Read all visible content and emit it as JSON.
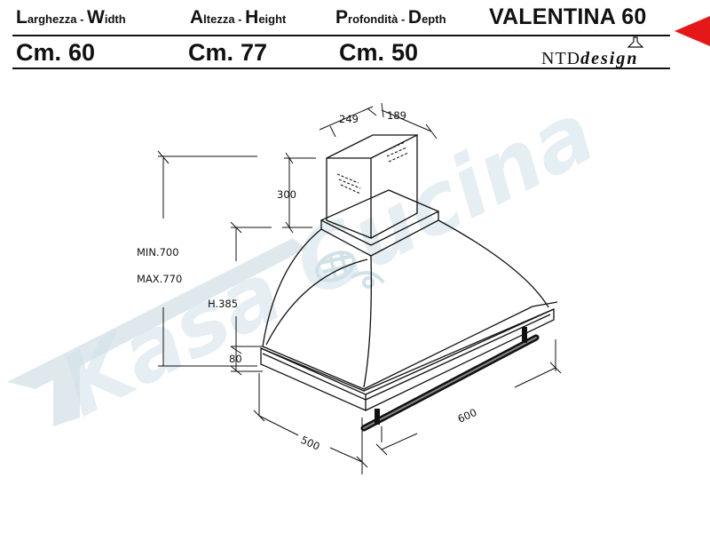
{
  "header": {
    "width": {
      "it_initial": "L",
      "it_rest": "arghezza - ",
      "en_initial": "W",
      "en_rest": "idth"
    },
    "height": {
      "it_initial": "A",
      "it_rest": "ltezza - ",
      "en_initial": "H",
      "en_rest": "eight"
    },
    "depth": {
      "it_initial": "P",
      "it_rest": "rofondità - ",
      "en_initial": "D",
      "en_rest": "epth"
    },
    "model": "VALENTINA 60",
    "unit": "Cm.",
    "width_value": "60",
    "height_value": "77",
    "depth_value": "50",
    "brand_ntd": "NTD",
    "brand_design": "design",
    "accent_color": "#e41818"
  },
  "drawing": {
    "dim_249": "249",
    "dim_189": "189",
    "dim_300": "300",
    "dim_min": "MIN.700",
    "dim_max": "MAX.770",
    "dim_h385": "H.385",
    "dim_80": "80",
    "dim_500": "500",
    "dim_600": "600"
  },
  "watermark": {
    "text": "Kasa Cucina",
    "color": "#a9c9d6"
  }
}
